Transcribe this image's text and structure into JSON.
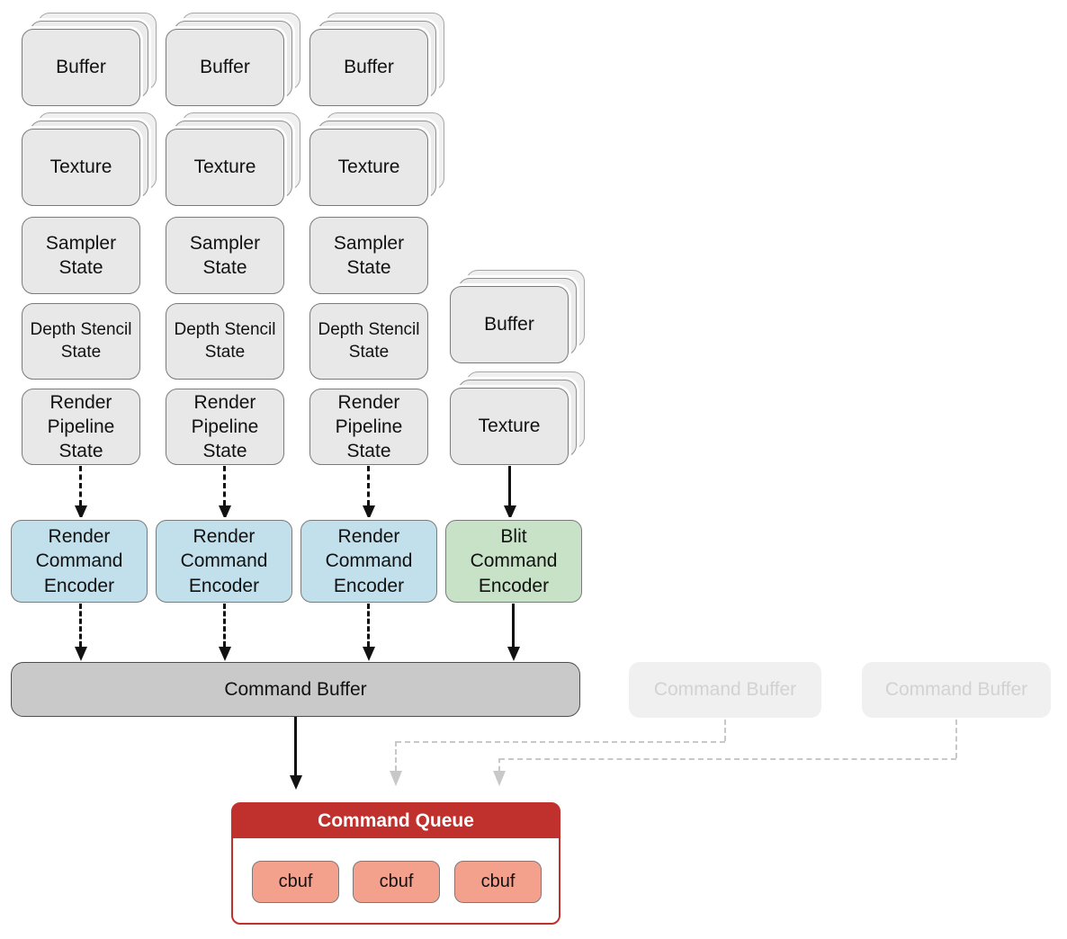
{
  "palette": {
    "resource_fill": "#e8e8e8",
    "resource_border": "#7a7a7a",
    "render_encoder_fill": "#c1e0eb",
    "blit_encoder_fill": "#c8e2c7",
    "command_buffer_fill": "#c9c9c9",
    "faded_fill": "#f0f0f0",
    "faded_text": "#d2d2d2",
    "queue_red": "#c0302c",
    "cbuf_fill": "#f3a18d",
    "arrow_black": "#111111",
    "arrow_gray": "#c8c8c8"
  },
  "resource_columns": [
    {
      "items": [
        {
          "label": "Buffer"
        },
        {
          "label": "Texture"
        },
        {
          "label": "Sampler\nState"
        },
        {
          "label": "Depth Stencil\nState"
        },
        {
          "label": "Render\nPipeline\nState"
        }
      ]
    },
    {
      "items": [
        {
          "label": "Buffer"
        },
        {
          "label": "Texture"
        },
        {
          "label": "Sampler\nState"
        },
        {
          "label": "Depth Stencil\nState"
        },
        {
          "label": "Render\nPipeline\nState"
        }
      ]
    },
    {
      "items": [
        {
          "label": "Buffer"
        },
        {
          "label": "Texture"
        },
        {
          "label": "Sampler\nState"
        },
        {
          "label": "Depth Stencil\nState"
        },
        {
          "label": "Render\nPipeline\nState"
        }
      ]
    }
  ],
  "blit_resources": [
    {
      "label": "Buffer"
    },
    {
      "label": "Texture"
    }
  ],
  "encoders": [
    {
      "label": "Render\nCommand\nEncoder"
    },
    {
      "label": "Render\nCommand\nEncoder"
    },
    {
      "label": "Render\nCommand\nEncoder"
    },
    {
      "label": "Blit\nCommand\nEncoder"
    }
  ],
  "command_buffer": {
    "label": "Command Buffer"
  },
  "faded_command_buffers": [
    {
      "label": "Command Buffer"
    },
    {
      "label": "Command Buffer"
    }
  ],
  "command_queue": {
    "title": "Command Queue",
    "items": [
      {
        "label": "cbuf"
      },
      {
        "label": "cbuf"
      },
      {
        "label": "cbuf"
      }
    ]
  }
}
